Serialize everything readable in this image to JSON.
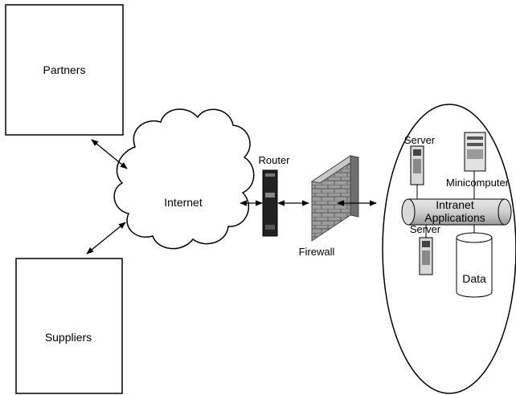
{
  "nodes": {
    "partners": "Partners",
    "suppliers": "Suppliers",
    "internet": "Internet",
    "router": "Router",
    "firewall": "Firewall",
    "server_top": "Server",
    "minicomputer": "Minicomputer",
    "intranet_line1": "Intranet",
    "intranet_line2": "Applications",
    "server_bottom": "Server",
    "data": "Data"
  }
}
